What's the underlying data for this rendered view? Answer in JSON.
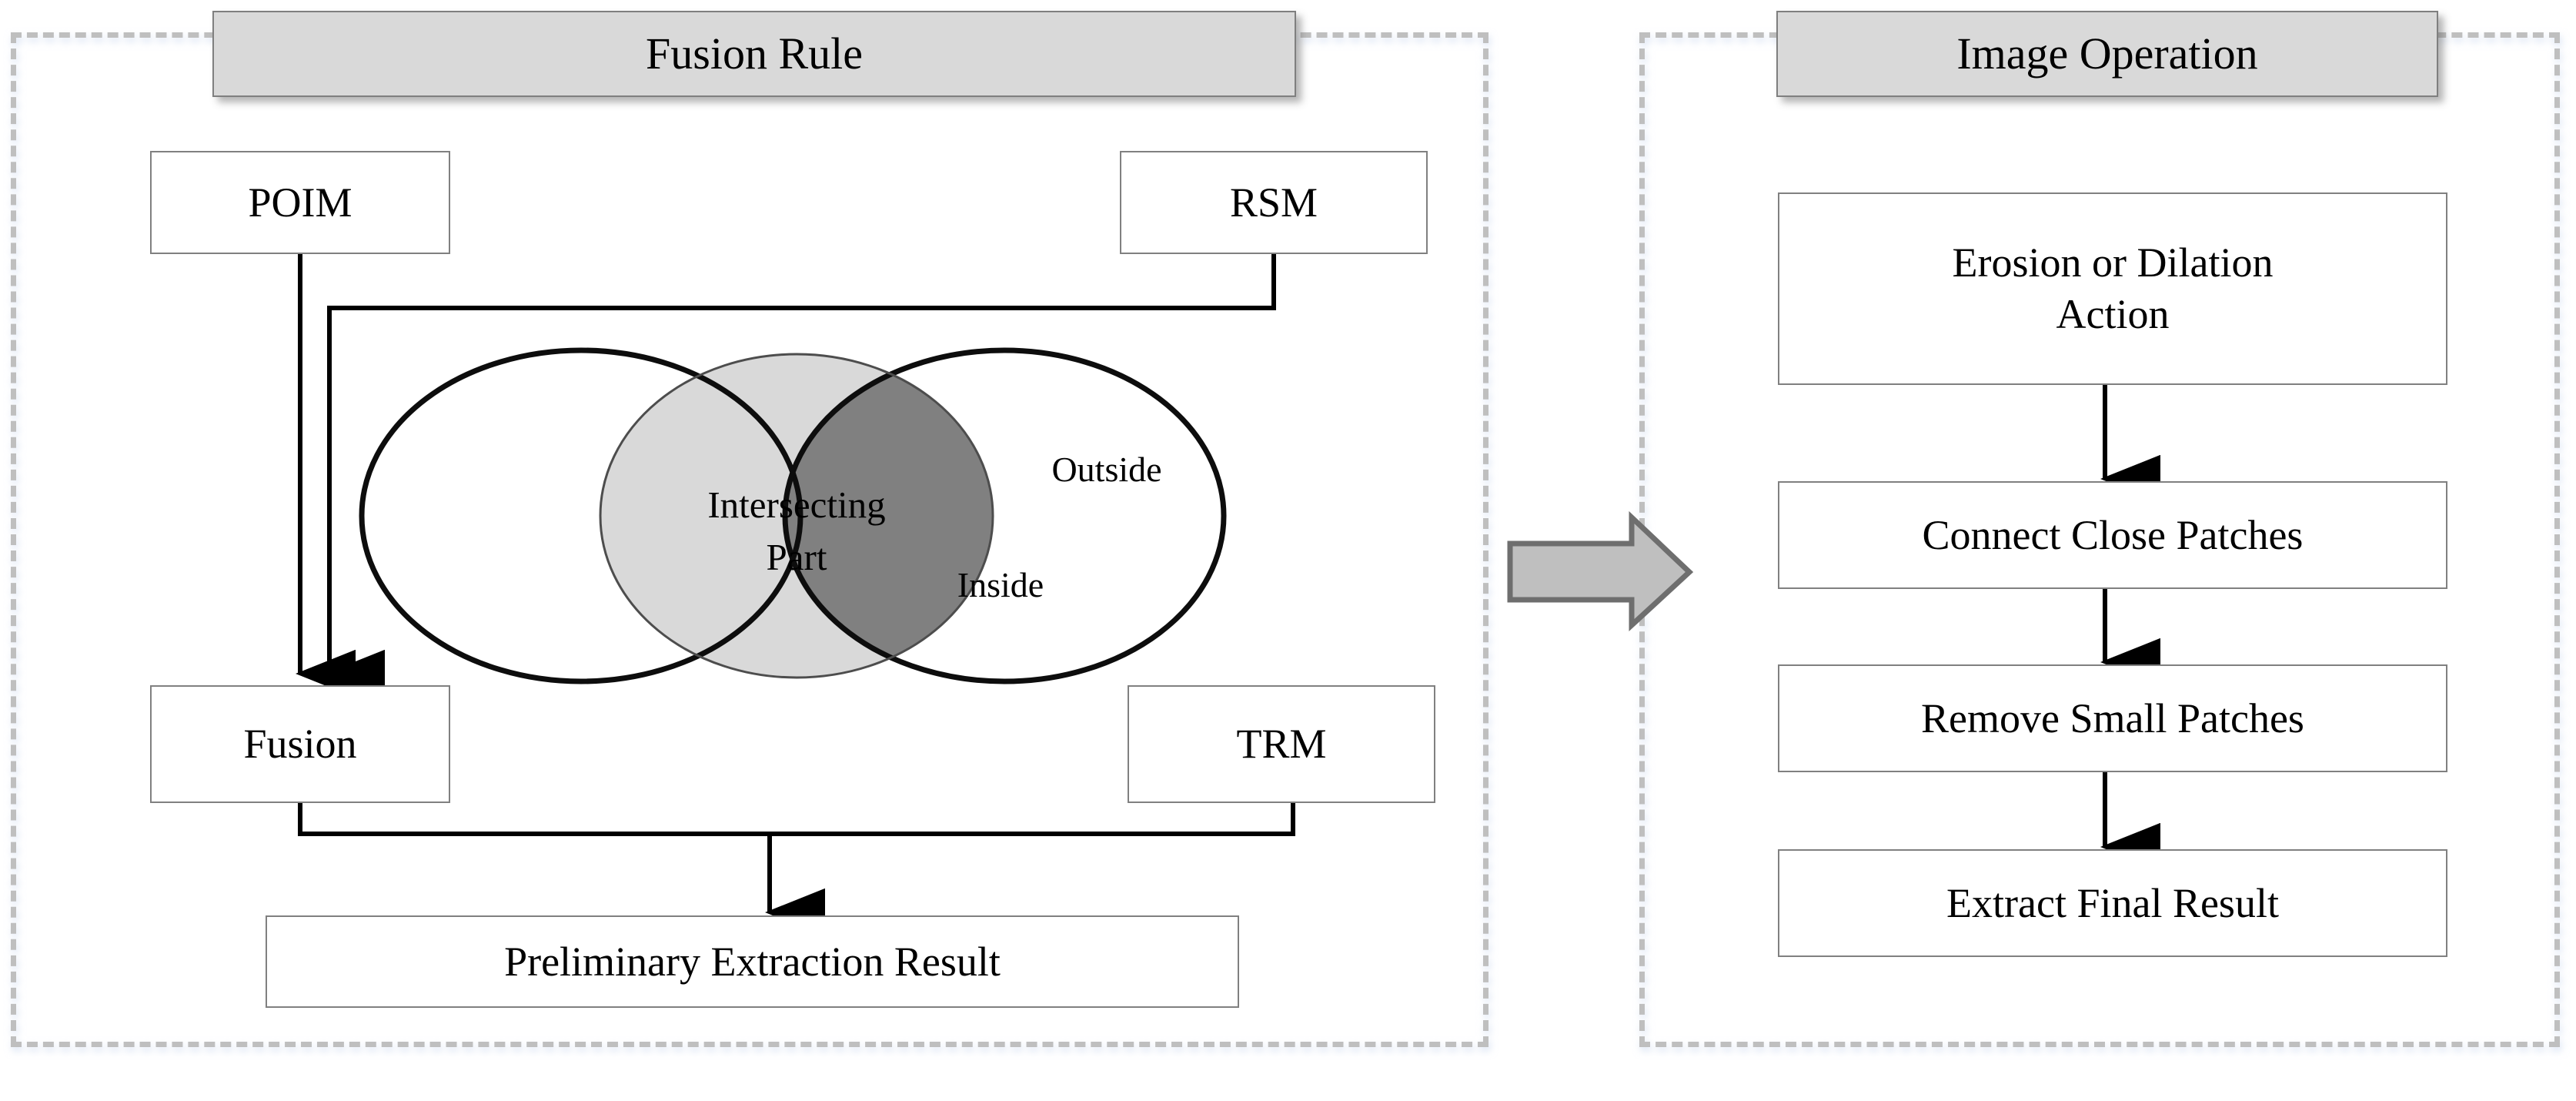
{
  "figure": {
    "title": "Fusion Rule and Image Operation pipeline",
    "colors": {
      "dashed_border": "#bfbfbf",
      "header_fill": "#d9d9d9",
      "header_border": "#7f7f7f",
      "box_border": "#808080",
      "inside_ellipse_fill": "#d9d9d9",
      "intersecting_fill": "#808080",
      "block_arrow_fill": "#bfbfbf",
      "block_arrow_border": "#6e6e6e",
      "connector": "#000000"
    }
  },
  "left_panel": {
    "header": "Fusion Rule",
    "boxes": {
      "poim": "POIM",
      "rsm": "RSM",
      "fusion": "Fusion",
      "trm": "TRM",
      "result": "Preliminary Extraction Result"
    },
    "venn": {
      "intersecting_line1": "Intersecting",
      "intersecting_line2": "Part",
      "inside": "Inside",
      "outside": "Outside"
    }
  },
  "transition": {
    "arrow": "right-block-arrow"
  },
  "right_panel": {
    "header": "Image Operation",
    "steps": [
      {
        "line1": "Erosion or Dilation",
        "line2": "Action"
      },
      {
        "line1": "Connect Close Patches",
        "line2": ""
      },
      {
        "line1": "Remove Small Patches",
        "line2": ""
      },
      {
        "line1": "Extract Final Result",
        "line2": ""
      }
    ]
  }
}
